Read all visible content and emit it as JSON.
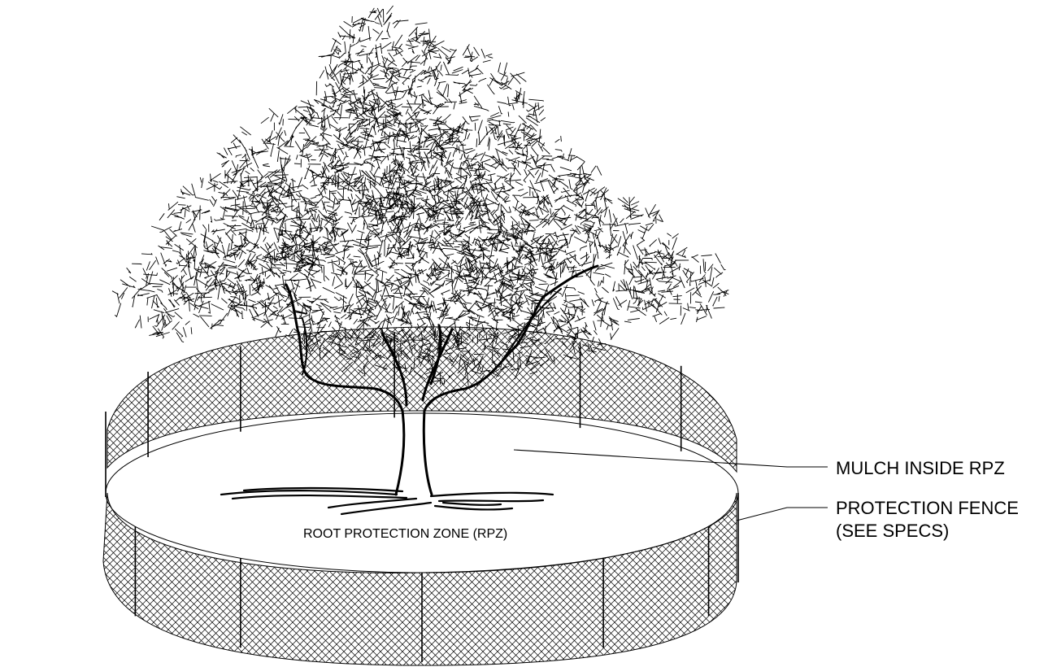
{
  "callouts": {
    "mulch": "MULCH INSIDE RPZ",
    "fence_line1": "PROTECTION FENCE",
    "fence_line2": "(SEE SPECS)"
  },
  "zone_label": "ROOT PROTECTION ZONE (RPZ)",
  "colors": {
    "line": "#000000",
    "background": "#ffffff"
  }
}
